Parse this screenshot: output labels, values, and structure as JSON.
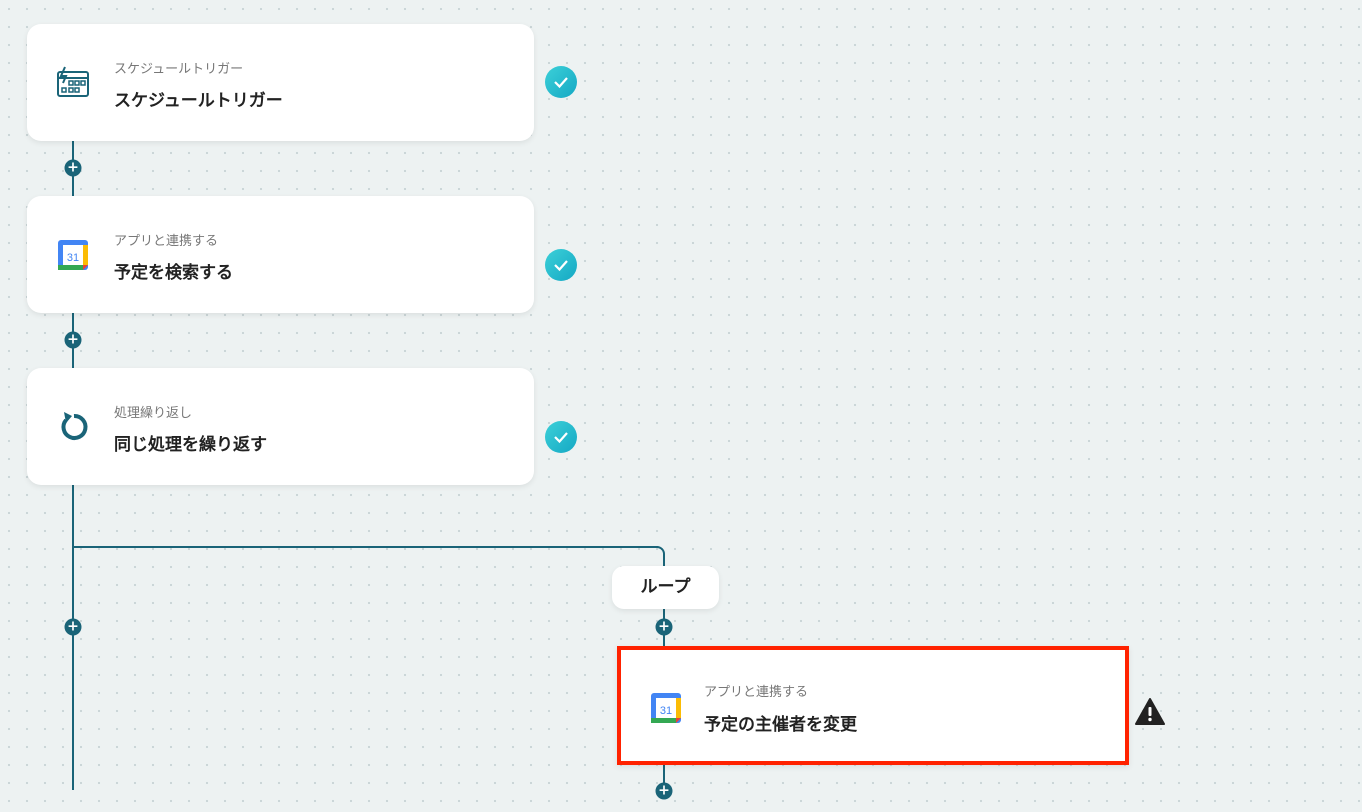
{
  "steps": [
    {
      "subtitle": "スケジュールトリガー",
      "title": "スケジュールトリガー",
      "icon": "schedule-trigger-icon",
      "status": "complete"
    },
    {
      "subtitle": "アプリと連携する",
      "title": "予定を検索する",
      "icon": "google-calendar-icon",
      "status": "complete"
    },
    {
      "subtitle": "処理繰り返し",
      "title": "同じ処理を繰り返す",
      "icon": "loop-icon",
      "status": "complete"
    },
    {
      "subtitle": "アプリと連携する",
      "title": "予定の主催者を変更",
      "icon": "google-calendar-icon",
      "status": "warning"
    }
  ],
  "loop_label": "ループ",
  "plus": "+",
  "colors": {
    "accent": "#1a6478",
    "check": "#22b8cc",
    "highlight": "#ff2200"
  }
}
